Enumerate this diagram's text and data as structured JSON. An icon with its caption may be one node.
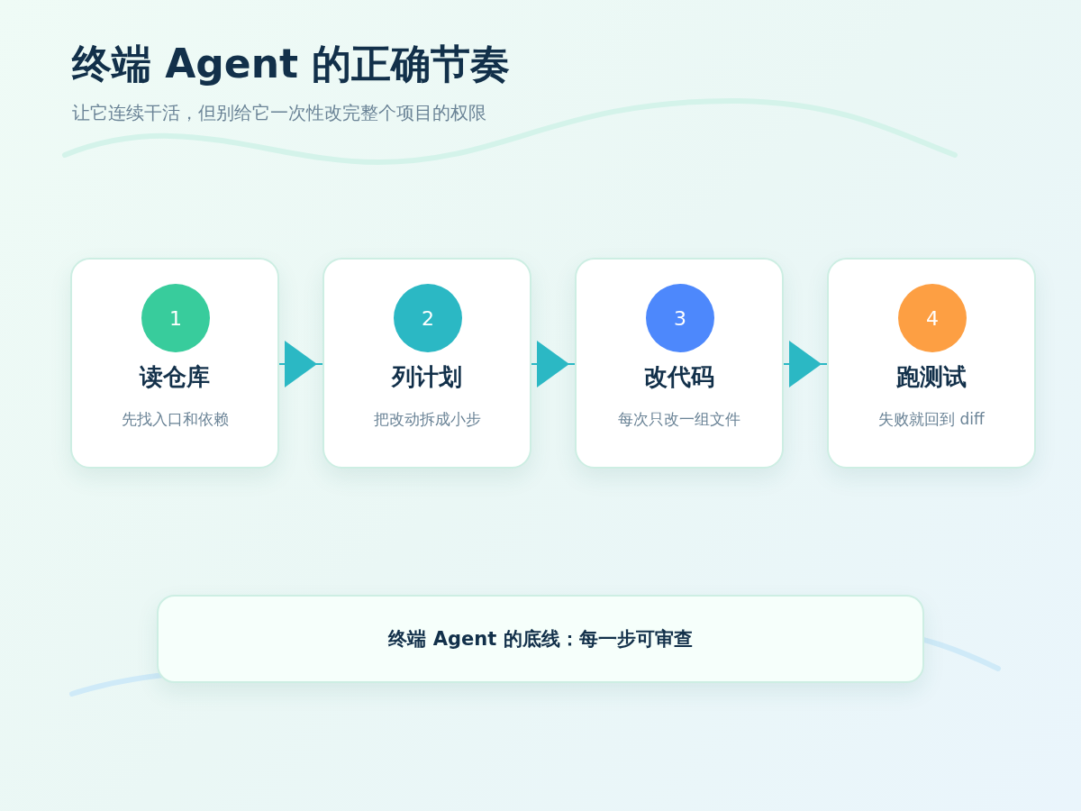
{
  "diagram": {
    "title": "终端 Agent 的正确节奏",
    "caption": "让它连续干活，但别给它一次性改完整个项目的权限",
    "nodes": [
      {
        "text": [
          "读仓库",
          "先找入口和依赖"
        ]
      },
      {
        "text": [
          "1"
        ],
        "in": 0
      },
      {
        "text": [
          "列计划",
          "把改动拆成小步"
        ]
      },
      {
        "text": [
          "2"
        ],
        "in": 2
      },
      {
        "text": [
          "改代码",
          "每次只改一组文件"
        ]
      },
      {
        "text": [
          "3"
        ],
        "in": 4
      },
      {
        "text": [
          "跑测试",
          "失败就回到 diff"
        ]
      },
      {
        "text": [
          "4"
        ],
        "in": 6
      },
      {
        "text": [
          "终端 Agent 的底线：每一步可审查"
        ]
      }
    ],
    "edges": [
      {
        "from": 0,
        "to": 2,
        "arrow": "to"
      },
      {
        "from": 2,
        "to": 4,
        "arrow": "to"
      },
      {
        "from": 4,
        "to": 6,
        "arrow": "to"
      }
    ]
  }
}
